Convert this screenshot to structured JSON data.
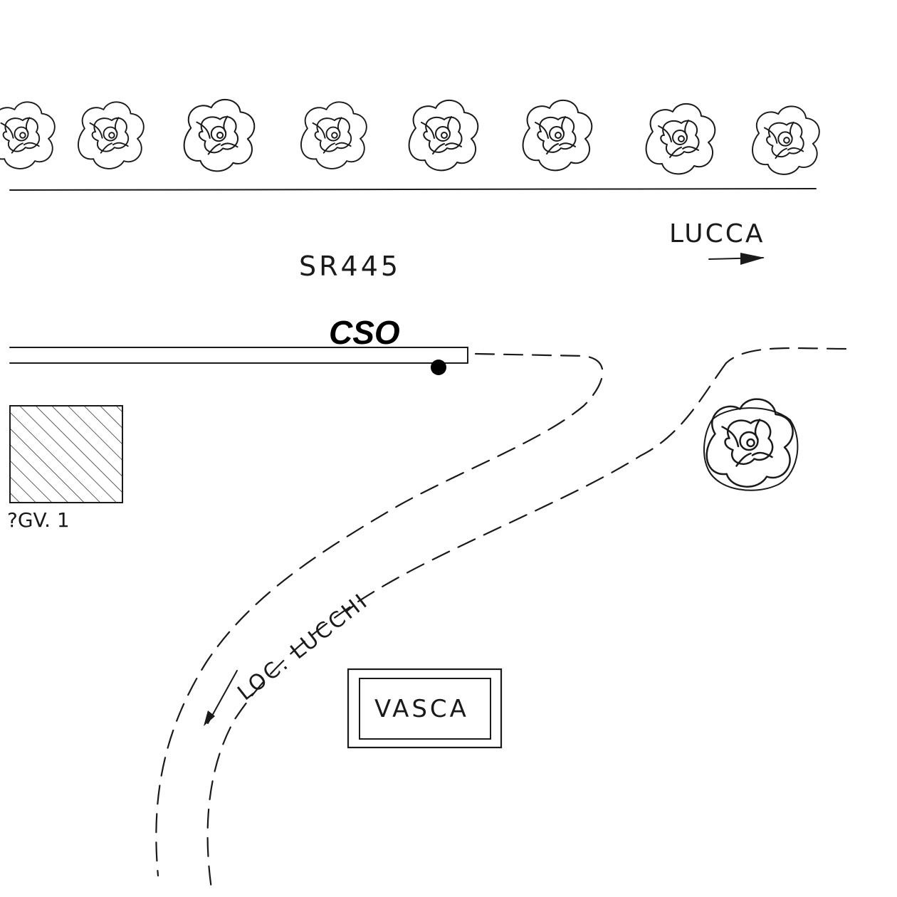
{
  "labels": {
    "road": "SR445",
    "direction": "LUCCA",
    "marker": "CSO",
    "building": "?GV. 1",
    "side_road": "LOC. LUCCHI",
    "tank": "VASCA"
  },
  "colors": {
    "ink": "#1a1a1a",
    "paper": "#ffffff"
  },
  "icons": [
    "shrub-icon",
    "arrow-right-icon",
    "arrow-down-left-icon",
    "point-marker-icon"
  ]
}
